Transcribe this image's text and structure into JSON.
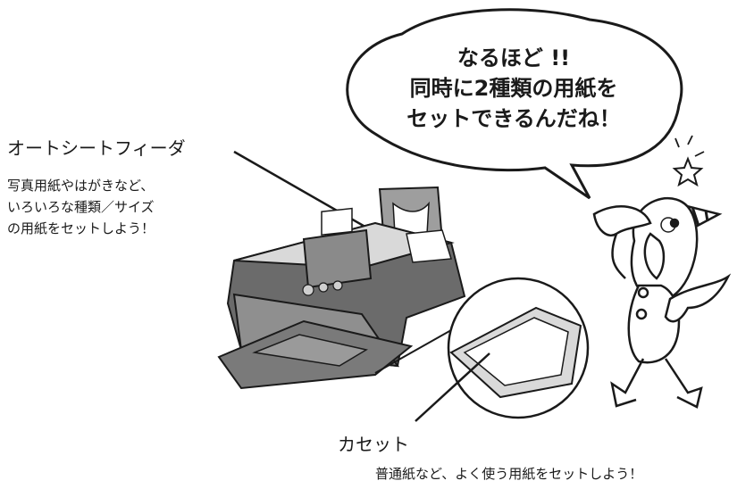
{
  "speech_bubble": {
    "lines": [
      "なるほど !!",
      "同時に2種類の用紙を",
      "セットできるんだね！"
    ]
  },
  "auto_sheet_feeder": {
    "title": "オートシートフィーダ",
    "description_lines": [
      "写真用紙やはがきなど、",
      "いろいろな種類／サイズ",
      "の用紙をセットしよう！"
    ]
  },
  "cassette": {
    "title": "カセット",
    "description": "普通紙など、よく使う用紙をセットしよう！"
  },
  "colors": {
    "line": "#1a1a1a",
    "printer_dark": "#6b6b6b",
    "printer_mid": "#a3a3a3",
    "printer_light": "#d9d9d9",
    "paper": "#ffffff"
  }
}
